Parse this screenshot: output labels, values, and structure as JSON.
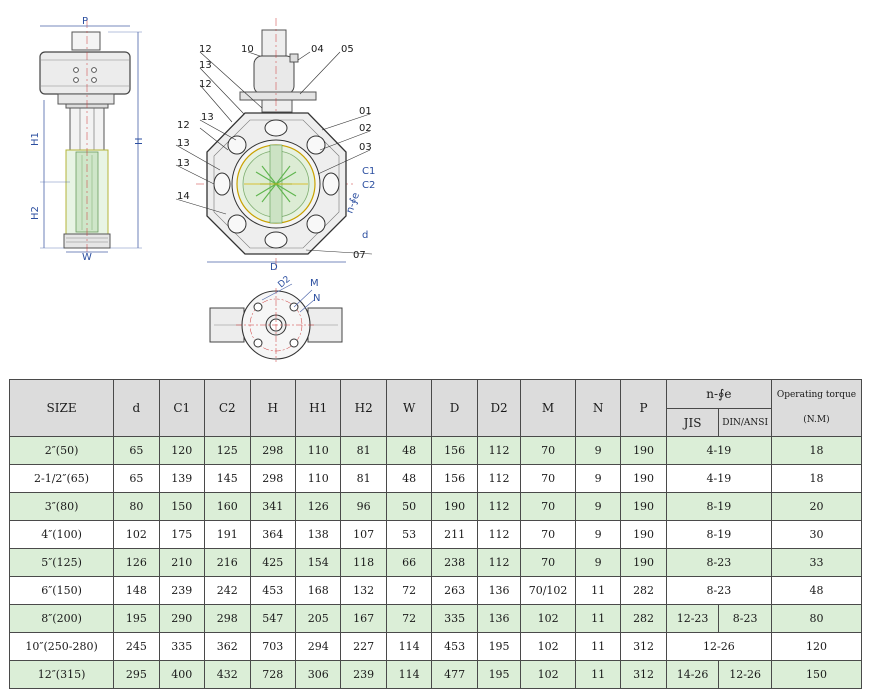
{
  "drawing_labels": {
    "side": {
      "P": "P",
      "H": "H",
      "H1": "H1",
      "H2": "H2",
      "W": "W"
    },
    "front": {
      "n12a": "12",
      "n10": "10",
      "n04": "04",
      "n05": "05",
      "n13a": "13",
      "n12b": "12",
      "n13b": "13",
      "n01": "01",
      "n12c": "12",
      "n02": "02",
      "n13c": "13",
      "n03": "03",
      "n13d": "13",
      "c1": "C1",
      "c2": "C2",
      "nfe": "n-∮e",
      "n14": "14",
      "d": "d",
      "n07": "07",
      "D": "D"
    },
    "flange": {
      "D2": "D2",
      "M": "M",
      "N": "N"
    }
  },
  "table": {
    "headers": {
      "size": "SIZE",
      "d": "d",
      "c1": "C1",
      "c2": "C2",
      "h": "H",
      "h1": "H1",
      "h2": "H2",
      "w": "W",
      "D": "D",
      "d2": "D2",
      "m": "M",
      "n": "N",
      "p": "P",
      "nfe": "n-∮e",
      "jis": "JIS",
      "din": "DIN/ANSI",
      "torque_top": "Operating torque",
      "torque_bottom": "(N.M)"
    },
    "rows": [
      {
        "size": "2″(50)",
        "d": "65",
        "c1": "120",
        "c2": "125",
        "h": "298",
        "h1": "110",
        "h2": "81",
        "w": "48",
        "D": "156",
        "d2": "112",
        "m": "70",
        "n": "9",
        "p": "190",
        "nfe": "4-19",
        "torque": "18"
      },
      {
        "size": "2-1/2″(65)",
        "d": "65",
        "c1": "139",
        "c2": "145",
        "h": "298",
        "h1": "110",
        "h2": "81",
        "w": "48",
        "D": "156",
        "d2": "112",
        "m": "70",
        "n": "9",
        "p": "190",
        "nfe": "4-19",
        "torque": "18"
      },
      {
        "size": "3″(80)",
        "d": "80",
        "c1": "150",
        "c2": "160",
        "h": "341",
        "h1": "126",
        "h2": "96",
        "w": "50",
        "D": "190",
        "d2": "112",
        "m": "70",
        "n": "9",
        "p": "190",
        "nfe": "8-19",
        "torque": "20"
      },
      {
        "size": "4″(100)",
        "d": "102",
        "c1": "175",
        "c2": "191",
        "h": "364",
        "h1": "138",
        "h2": "107",
        "w": "53",
        "D": "211",
        "d2": "112",
        "m": "70",
        "n": "9",
        "p": "190",
        "nfe": "8-19",
        "torque": "30"
      },
      {
        "size": "5″(125)",
        "d": "126",
        "c1": "210",
        "c2": "216",
        "h": "425",
        "h1": "154",
        "h2": "118",
        "w": "66",
        "D": "238",
        "d2": "112",
        "m": "70",
        "n": "9",
        "p": "190",
        "nfe": "8-23",
        "torque": "33"
      },
      {
        "size": "6″(150)",
        "d": "148",
        "c1": "239",
        "c2": "242",
        "h": "453",
        "h1": "168",
        "h2": "132",
        "w": "72",
        "D": "263",
        "d2": "136",
        "m": "70/102",
        "n": "11",
        "p": "282",
        "nfe": "8-23",
        "torque": "48"
      },
      {
        "size": "8″(200)",
        "d": "195",
        "c1": "290",
        "c2": "298",
        "h": "547",
        "h1": "205",
        "h2": "167",
        "w": "72",
        "D": "335",
        "d2": "136",
        "m": "102",
        "n": "11",
        "p": "282",
        "jis": "12-23",
        "din": "8-23",
        "torque": "80"
      },
      {
        "size": "10″(250-280)",
        "d": "245",
        "c1": "335",
        "c2": "362",
        "h": "703",
        "h1": "294",
        "h2": "227",
        "w": "114",
        "D": "453",
        "d2": "195",
        "m": "102",
        "n": "11",
        "p": "312",
        "nfe": "12-26",
        "torque": "120"
      },
      {
        "size": "12″(315)",
        "d": "295",
        "c1": "400",
        "c2": "432",
        "h": "728",
        "h1": "306",
        "h2": "239",
        "w": "114",
        "D": "477",
        "d2": "195",
        "m": "102",
        "n": "11",
        "p": "312",
        "jis": "14-26",
        "din": "12-26",
        "torque": "150"
      }
    ]
  }
}
